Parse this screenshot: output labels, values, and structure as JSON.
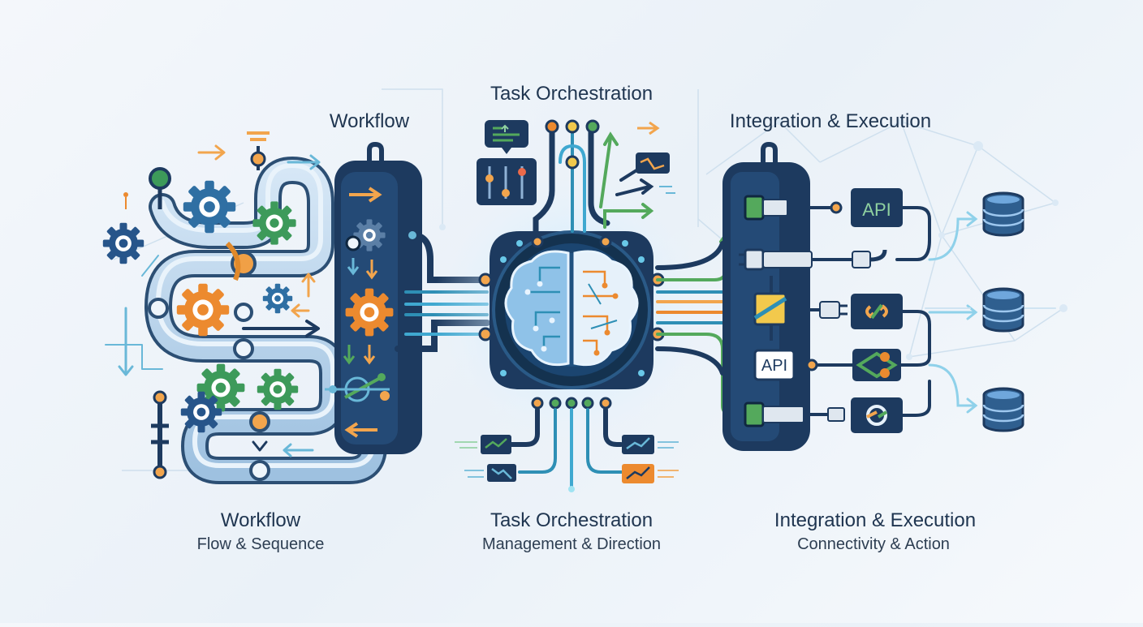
{
  "headings": {
    "workflow": "Workflow",
    "task_orchestration": "Task Orchestration",
    "integration_execution": "Integration & Execution"
  },
  "captions": [
    {
      "title": "Workflow",
      "subtitle": "Flow & Sequence"
    },
    {
      "title": "Task Orchestration",
      "subtitle": "Management & Direction"
    },
    {
      "title": "Integration & Execution",
      "subtitle": "Connectivity & Action"
    }
  ],
  "api_labels": {
    "block_top": "API",
    "panel_label": "API"
  },
  "colors": {
    "navy": "#1d3a5f",
    "pipe": "#b9d3ea",
    "teal": "#2e8fb5",
    "orange": "#ec8a2f",
    "green": "#54a95c",
    "ink": "#1f3550"
  },
  "icons": [
    "gear-icon",
    "brain-icon",
    "database-icon",
    "plug-icon",
    "link-icon",
    "chart-icon",
    "arrow-icon"
  ]
}
